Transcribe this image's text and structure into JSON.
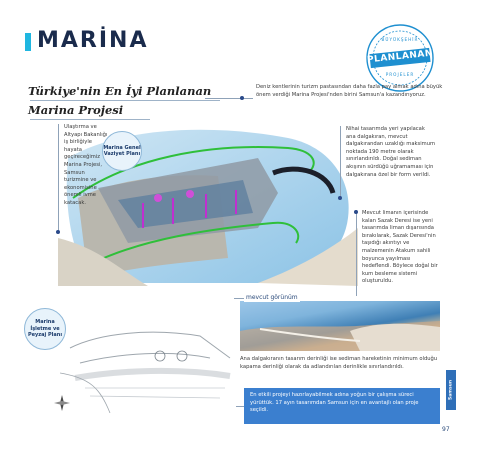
{
  "header": {
    "title": "MARİNA"
  },
  "logo": {
    "top_text": "BÜYÜKŞEHİR",
    "main_text": "PLANLANAN",
    "bottom_text": "PROJELER"
  },
  "headline": {
    "line1": "Türkiye'nin En İyi Planlanan",
    "line2": "Marina Projesi"
  },
  "intro_text": "Deniz kentlerinin turizm pastasından daha fazla pay almak adına büyük önem verdiği Marina Projesi'nden birini Samsun'a kazandırıyoruz.",
  "left_note": "Ulaştırma ve Altyapı Bakanlığı iş birliğiyle hayata geçireceğimiz Marina Projesi, Samsun turizmine ve ekonomisine önemli ivme katacak.",
  "right_note_1": "Nihai tasarımda yeri yapılacak ana dalgakıran, mevcut dalgakırandan uzaklığı maksimum noktada 190 metre olarak sınırlandırıldı. Doğal sediman akışının sürdüğü uğramaması için dalgakırana özel bir form verildi.",
  "right_note_2": "Mevcut limanın içerisinde kalan Sazak Deresi ise yeni tasarımda liman dışarısında bırakılarak, Sazak Deresi'nin taşıdığı akıntıyı ve malzemenin Atakum sahili boyunca yayılması hedeflendi. Böylece doğal bir kum besleme sistemi oluşturuldu.",
  "bubble_1": "Marina Genel Vaziyet Planı",
  "bubble_2": "Marina İşletme ve Peyzaj Planı",
  "photo_label": "mevcut görünüm",
  "bottom_note": "Ana dalgakıranın tasarım derinliği ise sediman hareketinin minimum olduğu kapama derinliği olarak da adlandırılan derinlikle sınırlandırıldı.",
  "blue_box": "En etkili projeyi hazırlayabilmek adına yoğun bir çalışma süreci yürüttük. 17 ayın tasarımdan Samsun için en avantajlı olan proje seçildi.",
  "side_tab": "Samsun",
  "page_number": "97",
  "colors": {
    "accent": "#1fb6e0",
    "navy": "#1a2b4c",
    "blue": "#3b7fcf",
    "green": "#2fbf3a",
    "magenta": "#c02fd0"
  }
}
